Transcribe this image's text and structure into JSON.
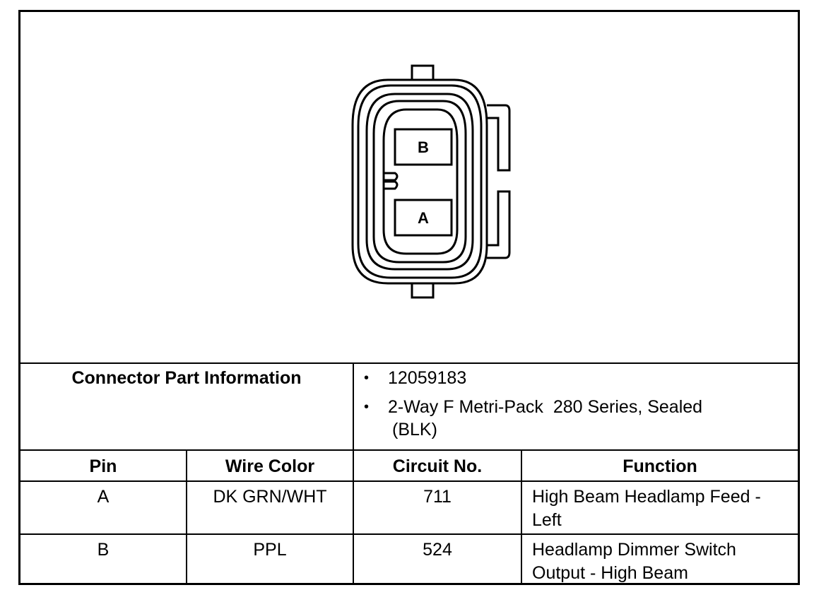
{
  "connector": {
    "pins": [
      {
        "label": "B"
      },
      {
        "label": "A"
      }
    ]
  },
  "part_info": {
    "heading": "Connector Part Information",
    "items": [
      {
        "bullet": "•",
        "line1": "12059183",
        "line2": ""
      },
      {
        "bullet": "•",
        "line1": "2-Way F Metri-Pack  280 Series, Sealed",
        "line2": "(BLK)"
      }
    ]
  },
  "table": {
    "headers": {
      "pin": "Pin",
      "wire_color": "Wire Color",
      "circuit": "Circuit No.",
      "function": "Function"
    },
    "rows": [
      {
        "pin": "A",
        "wire_color": "DK GRN/WHT",
        "circuit": "711",
        "function_l1": "High Beam Headlamp Feed -",
        "function_l2": "Left"
      },
      {
        "pin": "B",
        "wire_color": "PPL",
        "circuit": "524",
        "function_l1": "Headlamp Dimmer Switch",
        "function_l2": "Output - High Beam"
      }
    ]
  }
}
